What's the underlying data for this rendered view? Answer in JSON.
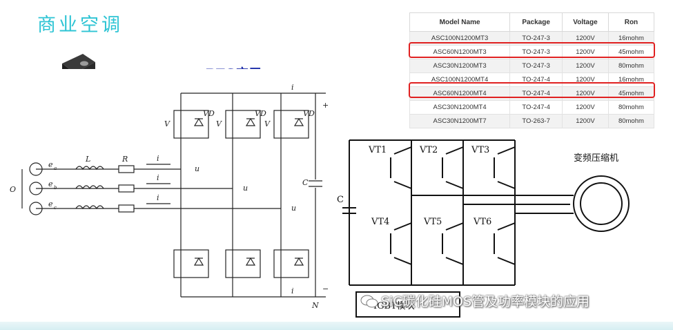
{
  "title": "商业空调",
  "pfc_title": "PFC应用",
  "table": {
    "headers": [
      "Model Name",
      "Package",
      "Voltage",
      "Ron"
    ],
    "rows": [
      [
        "ASC100N1200MT3",
        "TO-247-3",
        "1200V",
        "16mohm"
      ],
      [
        "ASC60N1200MT3",
        "TO-247-3",
        "1200V",
        "45mohm"
      ],
      [
        "ASC30N1200MT3",
        "TO-247-3",
        "1200V",
        "80mohm"
      ],
      [
        "ASC100N1200MT4",
        "TO-247-4",
        "1200V",
        "16mohm"
      ],
      [
        "ASC60N1200MT4",
        "TO-247-4",
        "1200V",
        "45mohm"
      ],
      [
        "ASC30N1200MT4",
        "TO-247-4",
        "1200V",
        "80mohm"
      ],
      [
        "ASC30N1200MT7",
        "TO-263-7",
        "1200V",
        "80mohm"
      ]
    ],
    "highlight_rows": [
      1,
      4
    ]
  },
  "pfc_circuit": {
    "source_labels": [
      "e",
      "e",
      "e"
    ],
    "source_subs": [
      "a",
      "b",
      "c"
    ],
    "current_labels": [
      "i",
      "i",
      "i"
    ],
    "node_labels": [
      "u",
      "u",
      "u"
    ],
    "inductor_label": "L",
    "resistor_label": "R",
    "ground_label": "O",
    "capacitor_label": "C",
    "plus_label": "+",
    "minus_label": "−",
    "neg_label": "N",
    "top_switches": [
      "V",
      "V",
      "V"
    ],
    "top_diodes": [
      "VD",
      "VD",
      "VD"
    ],
    "bus_current_top": "i",
    "bus_current_bottom": "i"
  },
  "inverter_circuit": {
    "upper_transistors": [
      "VT1",
      "VT2",
      "VT3"
    ],
    "lower_transistors": [
      "VT4",
      "VT5",
      "VT6"
    ],
    "capacitor_label": "C",
    "motor_label": "变频压缩机",
    "module_label": "IGBT模块"
  },
  "watermark": "SiC碳化硅MOS管及功率模块的应用",
  "colors": {
    "title": "#2ec4d4",
    "pfc_title": "#1a2aa8",
    "highlight": "#e02020",
    "arrows": "#e02020"
  },
  "icons": {
    "component": "to-247-package-icon",
    "watermark": "wechat-logo-icon"
  }
}
